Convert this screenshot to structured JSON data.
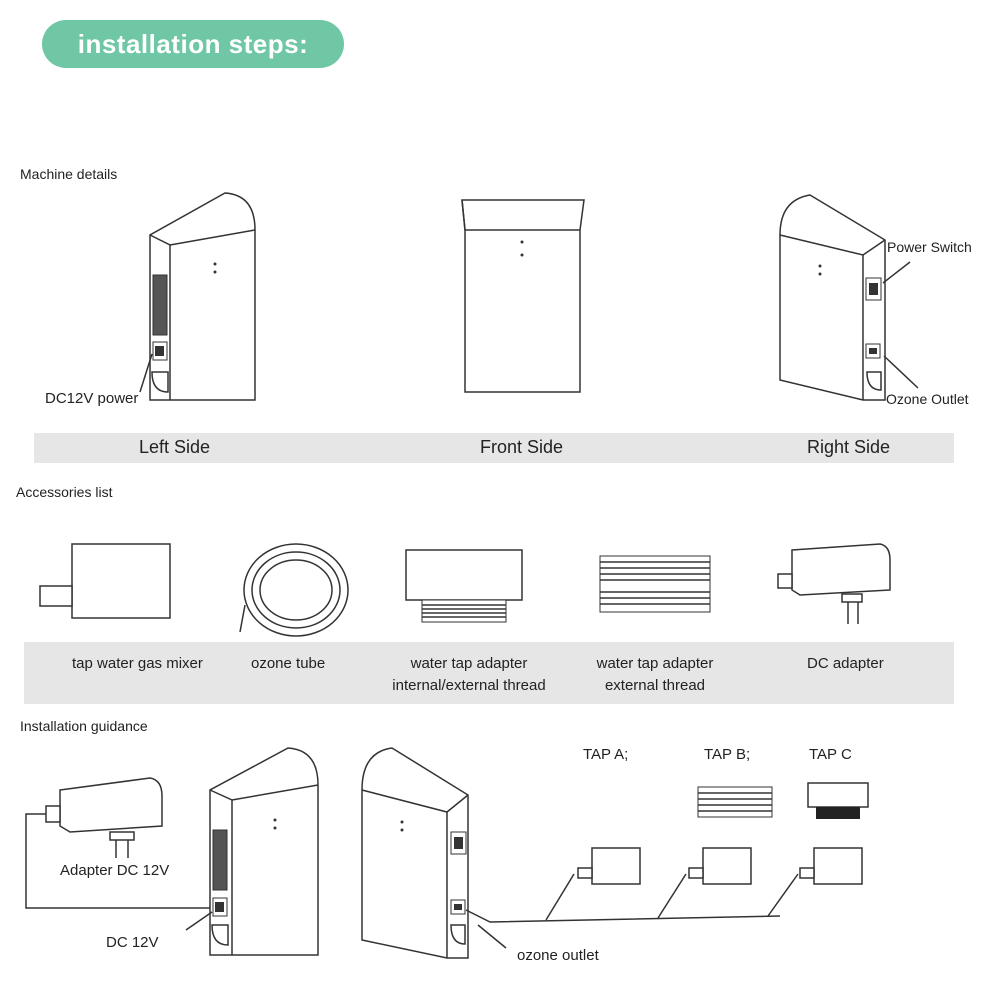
{
  "header": {
    "title": "installation steps:"
  },
  "machine_details": {
    "heading": "Machine details",
    "annotations": {
      "dc_power": "DC12V power",
      "power_switch": "Power Switch",
      "ozone_outlet": "Ozone Outlet"
    },
    "views": [
      "Left Side",
      "Front Side",
      "Right Side"
    ]
  },
  "accessories": {
    "heading": "Accessories list",
    "items": [
      {
        "line1": "tap water gas mixer",
        "line2": ""
      },
      {
        "line1": "ozone tube",
        "line2": ""
      },
      {
        "line1": "water tap adapter",
        "line2": "internal/external thread"
      },
      {
        "line1": "water tap adapter",
        "line2": "external thread"
      },
      {
        "line1": "DC adapter",
        "line2": ""
      }
    ]
  },
  "installation": {
    "heading": "Installation guidance",
    "adapter_label": "Adapter DC 12V",
    "dc_label": "DC 12V",
    "outlet_label": "ozone outlet",
    "taps": [
      "TAP A;",
      "TAP B;",
      "TAP C"
    ]
  },
  "colors": {
    "title_pill": "#6fc7a5",
    "band": "#e6e6e6"
  }
}
